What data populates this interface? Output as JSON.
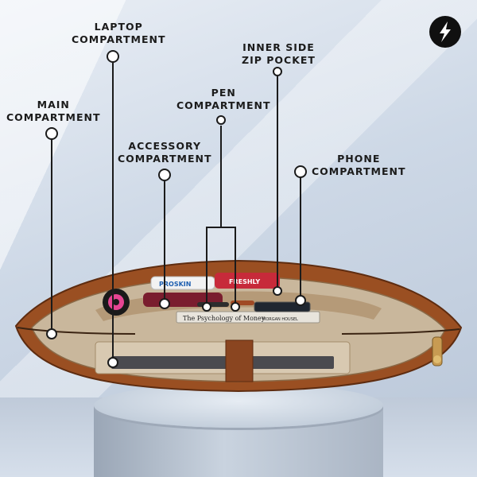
{
  "labels": {
    "laptop": "LAPTOP\nCOMPARTMENT",
    "inner_side_zip": "INNER SIDE\nZIP POCKET",
    "pen": "PEN\nCOMPARTMENT",
    "main": "MAIN\nCOMPARTMENT",
    "accessory": "ACCESSORY\nCOMPARTMENT",
    "phone": "PHONE\nCOMPARTMENT"
  },
  "product_text": {
    "proskin": "PROSKIN",
    "freshly": "FRESHLY",
    "book_title": "The Psychology of Money",
    "book_author": "MORGAN HOUSEL"
  },
  "colors": {
    "leather": "#9a4f22",
    "leather_dark": "#6e3413",
    "lining": "#c9b79c",
    "callout_line": "#1b1b1b"
  },
  "logo": {
    "icon": "lightning-bolt-icon"
  }
}
